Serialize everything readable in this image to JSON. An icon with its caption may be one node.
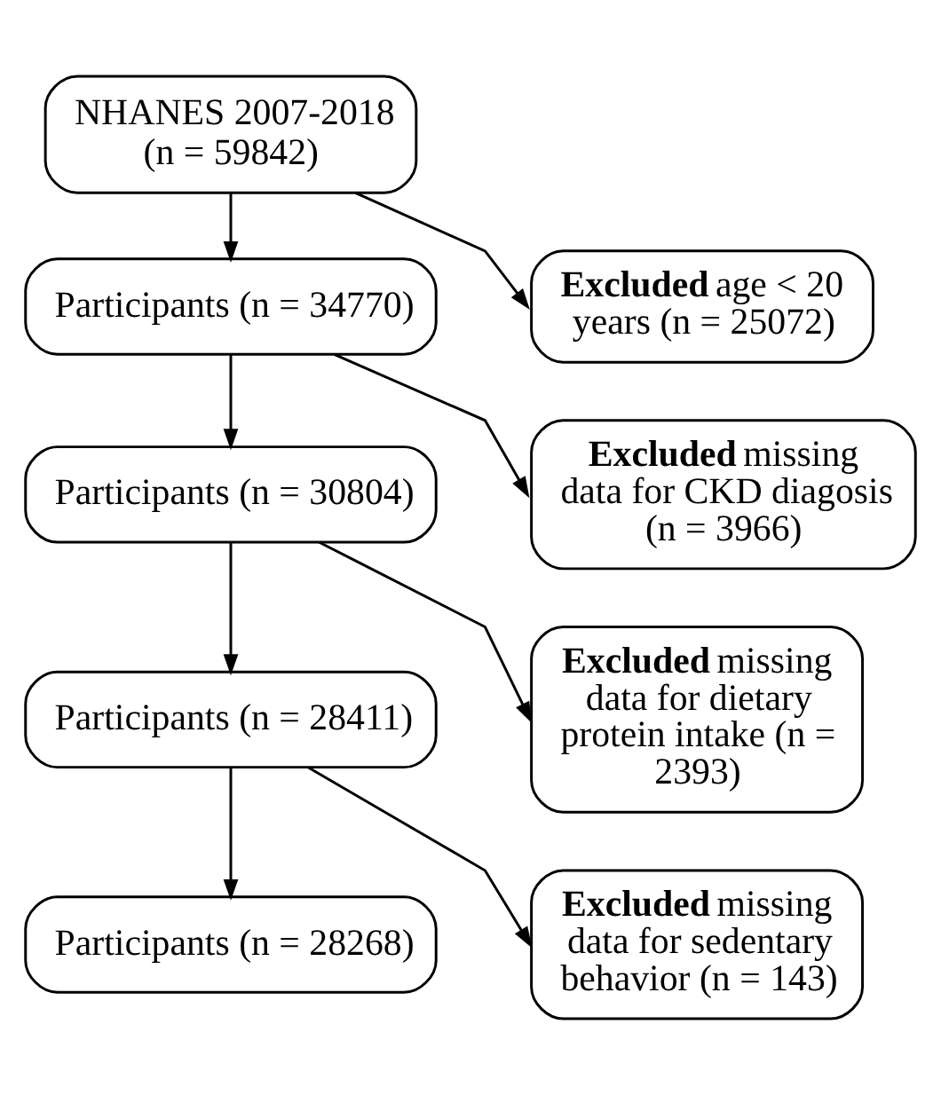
{
  "diagram": {
    "nodes": [
      {
        "text": [
          "NHANES 2007-2018 (n = 59842)"
        ]
      },
      {
        "text": [
          "**Excluded** age < 20 years (n = 25072)"
        ]
      },
      {
        "text": [
          "Participants (n = 34770)"
        ]
      },
      {
        "text": [
          "**Excluded** missing data for CKD diagosis (n = 3966)"
        ]
      },
      {
        "text": [
          "Participants (n = 30804)"
        ]
      },
      {
        "text": [
          "**Excluded** missing data for dietary protein intake (n = 2393)"
        ]
      },
      {
        "text": [
          "Participants (n = 28411)"
        ]
      },
      {
        "text": [
          "**Excluded** missing data for sedentary behavior (n = 143)"
        ]
      },
      {
        "text": [
          "Participants (n = 28268)"
        ]
      }
    ],
    "edges": [
      {
        "from": 0,
        "to": 2,
        "arrow": "to"
      },
      {
        "from": 0,
        "to": 1,
        "arrow": "to"
      },
      {
        "from": 2,
        "to": 4,
        "arrow": "to"
      },
      {
        "from": 2,
        "to": 3,
        "arrow": "to"
      },
      {
        "from": 4,
        "to": 6,
        "arrow": "to"
      },
      {
        "from": 4,
        "to": 5,
        "arrow": "to"
      },
      {
        "from": 6,
        "to": 8,
        "arrow": "to"
      },
      {
        "from": 6,
        "to": 7,
        "arrow": "to"
      }
    ]
  }
}
